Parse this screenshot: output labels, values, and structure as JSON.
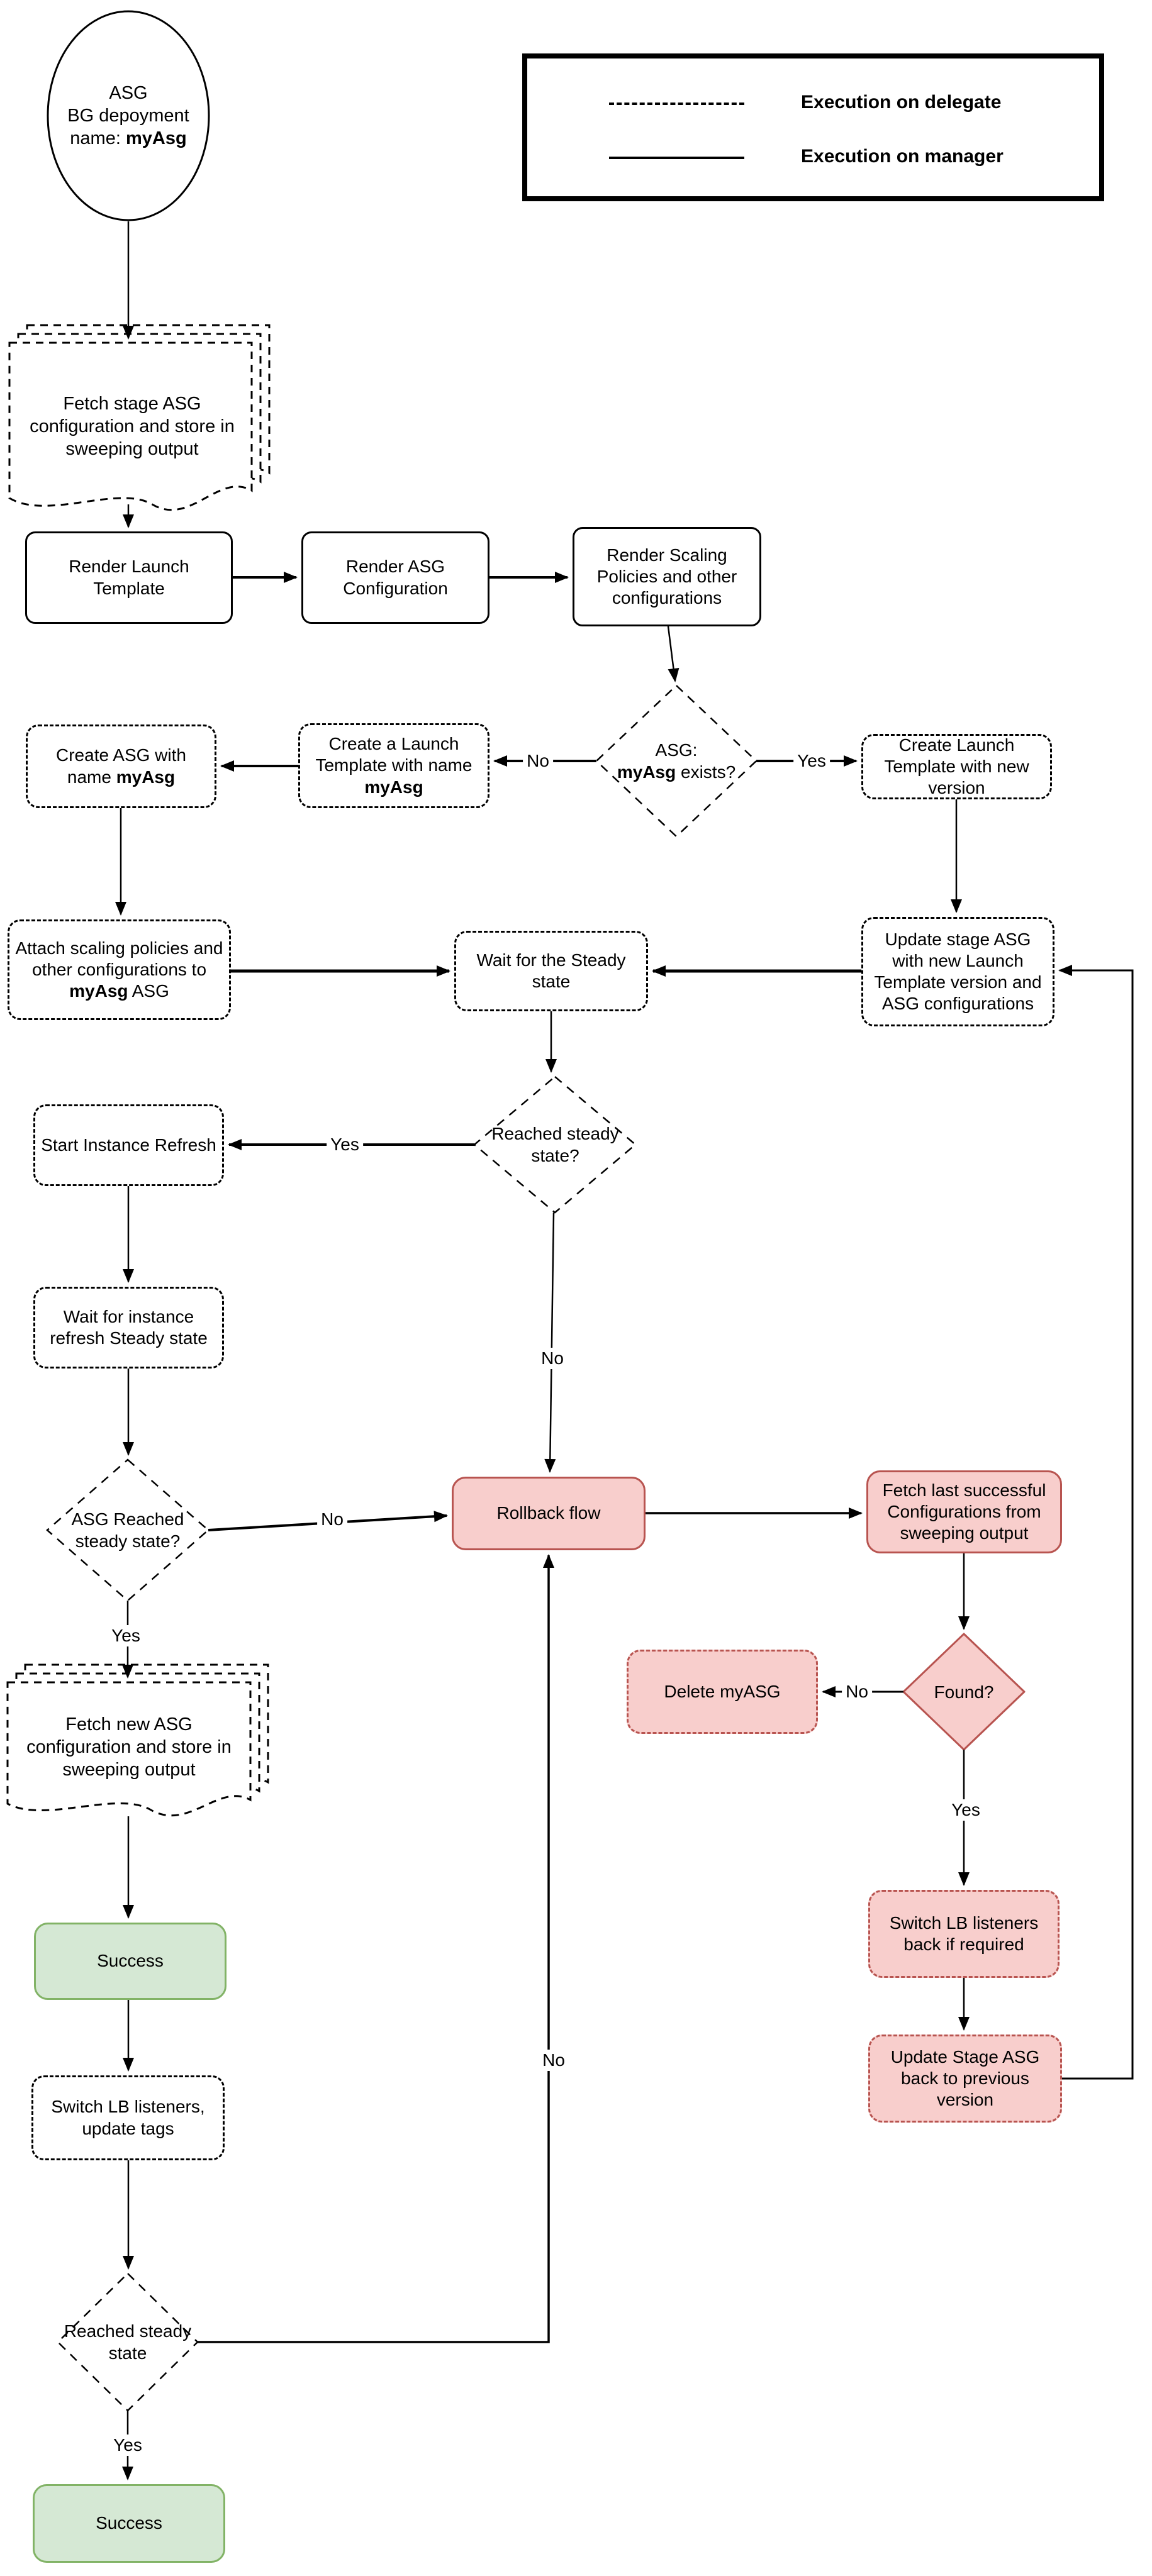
{
  "diagram": {
    "start": {
      "line1": "ASG",
      "line2": "BG depoyment",
      "name_prefix": "name: ",
      "name_bold": "myAsg"
    },
    "legend": {
      "delegate": "Execution on delegate",
      "manager": "Execution on manager"
    },
    "nodes": {
      "fetch_stage_doc": {
        "label": "Fetch stage ASG configuration and store in sweeping output"
      },
      "render_launch_template": {
        "label": "Render Launch Template"
      },
      "render_asg_configuration": {
        "label": "Render ASG Configuration"
      },
      "render_scaling_policies": {
        "label": "Render Scaling Policies and other configurations"
      },
      "asg_exists_decision": {
        "line1": "ASG:",
        "bold": "myAsg",
        "suffix": " exists?"
      },
      "create_launch_template": {
        "prefix": "Create a Launch Template with name ",
        "bold": "myAsg"
      },
      "create_asg": {
        "prefix": "Create ASG with name ",
        "bold": "myAsg"
      },
      "create_launch_template_new": {
        "label": "Create Launch Template with new version"
      },
      "attach_scaling_policies": {
        "prefix": "Attach scaling policies and other configurations to ",
        "bold": "myAsg",
        "suffix": " ASG"
      },
      "wait_steady": {
        "label": "Wait for the Steady state"
      },
      "update_stage_asg": {
        "label": "Update stage ASG with new Launch Template version and ASG configurations"
      },
      "reached_steady_decision": {
        "label": "Reached steady state?"
      },
      "start_instance_refresh": {
        "label": "Start Instance Refresh"
      },
      "wait_instance_refresh": {
        "label": "Wait for instance refresh Steady state"
      },
      "asg_reached_steady_decision": {
        "label": "ASG Reached steady state?"
      },
      "rollback_flow": {
        "label": "Rollback flow"
      },
      "fetch_last_successful": {
        "label": "Fetch last successful Configurations from sweeping output"
      },
      "found_decision": {
        "label": "Found?"
      },
      "delete_myasg": {
        "label": "Delete myASG"
      },
      "switch_lb_back": {
        "label": "Switch LB listeners back if required"
      },
      "update_stage_back": {
        "label": "Update Stage ASG back to previous version"
      },
      "fetch_new_doc": {
        "label": "Fetch new ASG configuration and store in sweeping output"
      },
      "success_1": {
        "label": "Success"
      },
      "switch_lb_tags": {
        "label": "Switch LB listeners, update tags"
      },
      "reached_steady_bottom": {
        "label": "Reached steady state"
      },
      "success_2": {
        "label": "Success"
      }
    },
    "edge_labels": {
      "exists_no": "No",
      "exists_yes": "Yes",
      "reached_yes": "Yes",
      "reached_no": "No",
      "asg_reached_no": "No",
      "asg_reached_yes": "Yes",
      "found_no": "No",
      "found_yes": "Yes",
      "bottom_no": "No",
      "bottom_yes": "Yes"
    },
    "colors": {
      "danger_fill": "#f8cecc",
      "danger_border": "#b85450",
      "success_fill": "#d5e8d4",
      "success_border": "#82b366",
      "line": "#000000"
    }
  }
}
